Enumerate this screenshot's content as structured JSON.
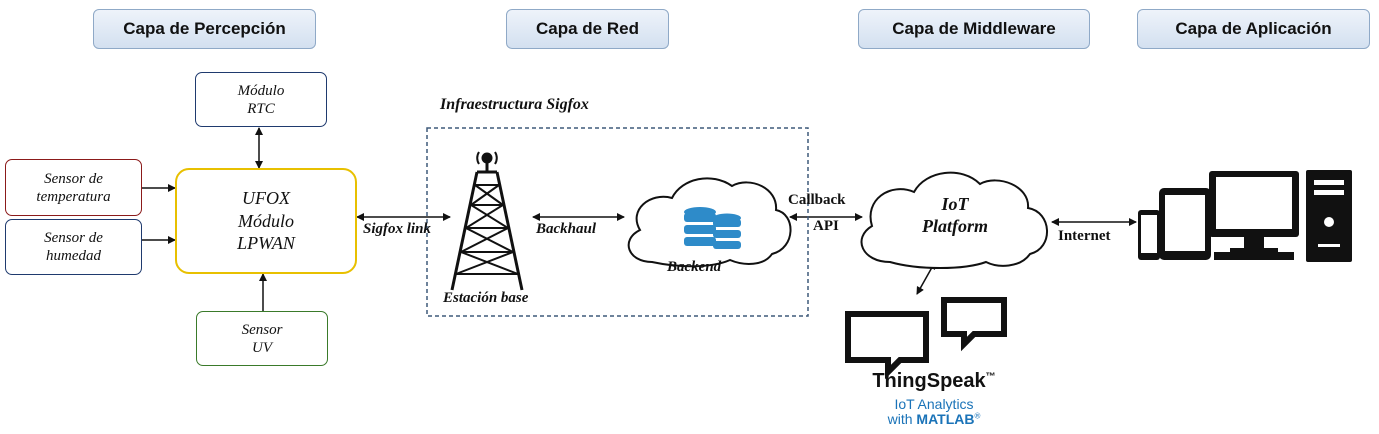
{
  "layers": {
    "perception": "Capa de Percepción",
    "network": "Capa de Red",
    "middleware": "Capa de Middleware",
    "application": "Capa de Aplicación"
  },
  "boxes": {
    "rtc": [
      "Módulo",
      "RTC"
    ],
    "temperature": [
      "Sensor de",
      "temperatura"
    ],
    "humidity": [
      "Sensor de",
      "humedad"
    ],
    "ufox": [
      "UFOX",
      "Módulo",
      "LPWAN"
    ],
    "uv": [
      "Sensor",
      "UV"
    ]
  },
  "labels": {
    "sigfox_infra": "Infraestructura Sigfox",
    "sigfox_link": "Sigfox link",
    "backhaul": "Backhaul",
    "base_station": "Estación base",
    "backend": "Backend",
    "callback": "Callback",
    "api": "API",
    "iot_platform": [
      "IoT",
      "Platform"
    ],
    "internet": "Internet"
  },
  "thingspeak": {
    "name": "ThingSpeak",
    "tm": "™",
    "line1": "IoT Analytics",
    "line2_prefix": "with ",
    "line2_brand": "MATLAB",
    "reg": "®"
  },
  "colors": {
    "yellow_border": "#e8c000",
    "red_border": "#8b1a1a",
    "blue_border": "#1f3a6e",
    "green_border": "#3a7a2a",
    "database": "#2e8bc9",
    "thingspeak_blue": "#1a73b8"
  }
}
